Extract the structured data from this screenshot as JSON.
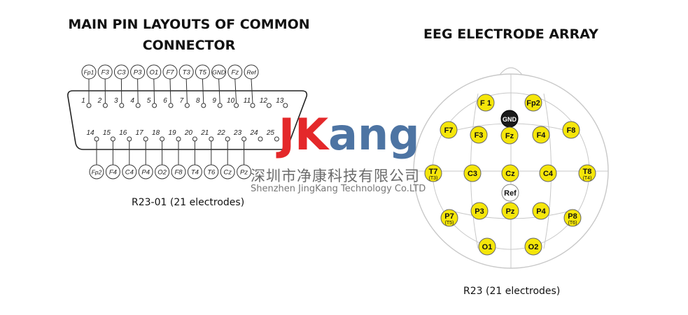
{
  "left": {
    "title_line1": "MAIN PIN LAYOUTS OF COMMON",
    "title_line2": "CONNECTOR",
    "top_labels": [
      "Fp1",
      "F3",
      "C3",
      "P3",
      "O1",
      "F7",
      "T3",
      "T5",
      "GND",
      "Fz",
      "Ref"
    ],
    "bottom_labels": [
      "Fp2",
      "F4",
      "C4",
      "P4",
      "O2",
      "F8",
      "T4",
      "T6",
      "Cz",
      "Pz"
    ],
    "top_pins": [
      "1",
      "2",
      "3",
      "4",
      "5",
      "6",
      "7",
      "8",
      "9",
      "10",
      "11",
      "12",
      "13"
    ],
    "bottom_pins": [
      "14",
      "15",
      "16",
      "17",
      "18",
      "19",
      "20",
      "21",
      "22",
      "23",
      "24",
      "25"
    ],
    "caption": "R23-01 (21 electrodes)"
  },
  "right": {
    "title": "EEG ELECTRODE ARRAY",
    "caption": "R23 (21 electrodes)",
    "electrodes": [
      {
        "label": "F 1",
        "style": "yellow"
      },
      {
        "label": "Fp2",
        "style": "yellow"
      },
      {
        "label": "GND",
        "style": "black"
      },
      {
        "label": "F7",
        "style": "yellow"
      },
      {
        "label": "F3",
        "style": "yellow"
      },
      {
        "label": "Fz",
        "style": "yellow"
      },
      {
        "label": "F4",
        "style": "yellow"
      },
      {
        "label": "F8",
        "style": "yellow"
      },
      {
        "label": "T7",
        "sub": "(T3)",
        "style": "yellow"
      },
      {
        "label": "C3",
        "style": "yellow"
      },
      {
        "label": "Cz",
        "style": "yellow"
      },
      {
        "label": "C4",
        "style": "yellow"
      },
      {
        "label": "T8",
        "sub": "(T4)",
        "style": "yellow"
      },
      {
        "label": "Ref",
        "style": "white"
      },
      {
        "label": "P7",
        "sub": "(T5)",
        "style": "yellow"
      },
      {
        "label": "P3",
        "style": "yellow"
      },
      {
        "label": "Pz",
        "style": "yellow"
      },
      {
        "label": "P4",
        "style": "yellow"
      },
      {
        "label": "P8",
        "sub": "(T6)",
        "style": "yellow"
      },
      {
        "label": "O1",
        "style": "yellow"
      },
      {
        "label": "O2",
        "style": "yellow"
      }
    ]
  },
  "watermark": {
    "logo_j": "J",
    "logo_k": "K",
    "logo_rest": "ang",
    "chinese": "深圳市净康科技有限公司",
    "english": "Shenzhen JingKang Technology Co.LTD"
  },
  "colors": {
    "electrode_fill": "#f5e60a",
    "electrode_stroke": "#666666",
    "logo_red": "#e4282a",
    "logo_blue": "#4d74a3",
    "line": "#333333"
  }
}
